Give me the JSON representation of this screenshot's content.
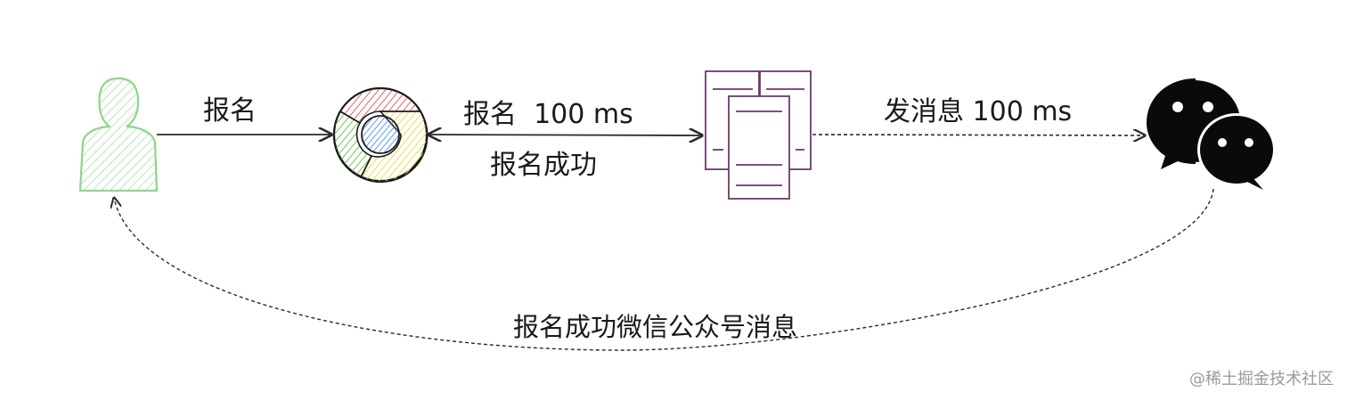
{
  "labels": {
    "user_to_browser": "报名",
    "browser_to_server": "报名  100 ms",
    "server_to_browser": "报名成功",
    "server_to_wechat": "发消息 100 ms",
    "wechat_to_user": "报名成功微信公众号消息"
  },
  "watermark": "@稀土掘金技术社区",
  "colors": {
    "user": "#8fd48f",
    "chrome_red": "#e0524a",
    "chrome_green": "#5fc04a",
    "chrome_yellow": "#e8d93a",
    "chrome_blue": "#4a90e2",
    "server": "#6b3a6b",
    "wechat": "#0a0a0a",
    "line": "#2a2a2a"
  },
  "icons": [
    "user-icon",
    "chrome-icon",
    "server-icon",
    "wechat-icon"
  ]
}
